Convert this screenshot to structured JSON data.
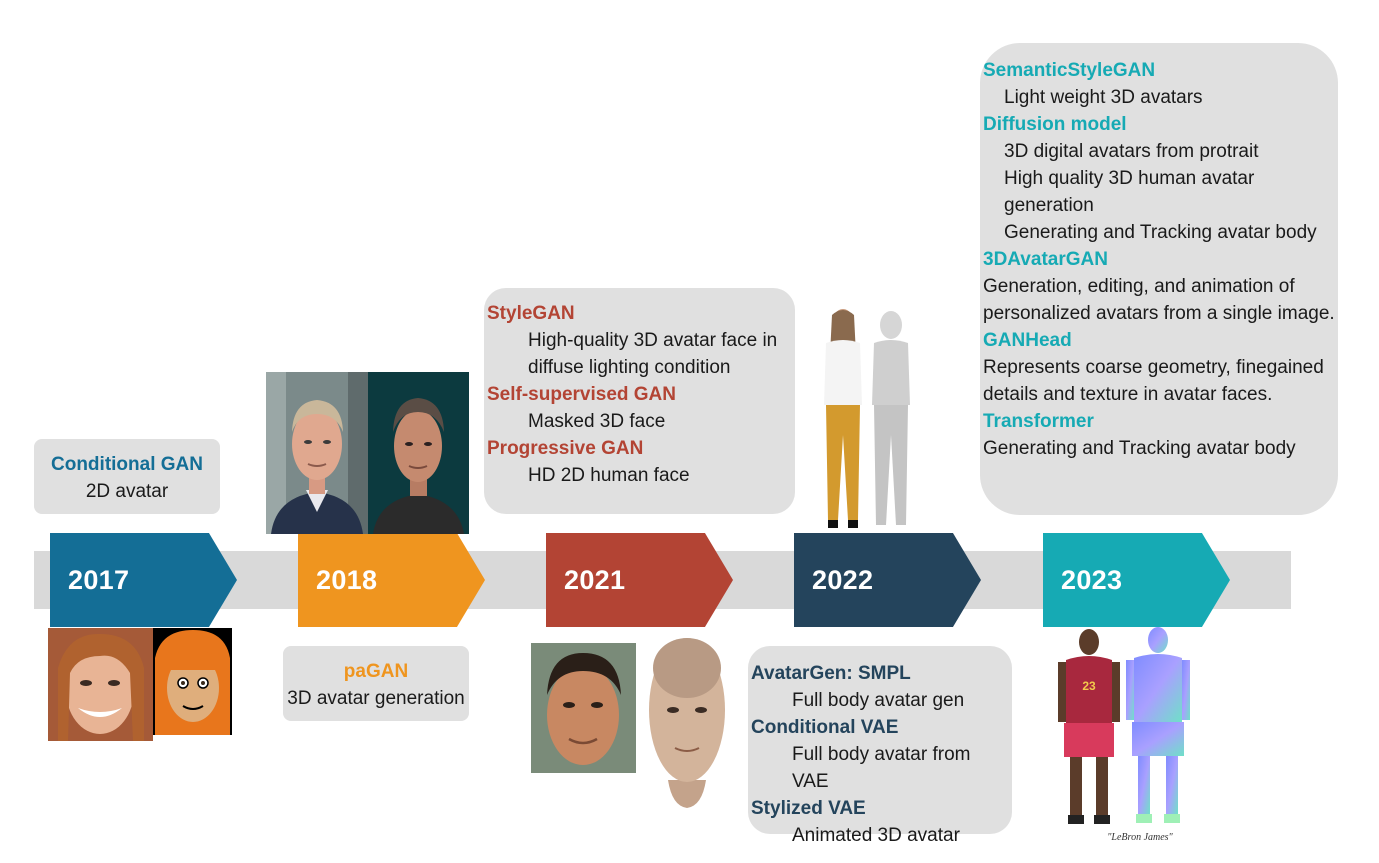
{
  "colors": {
    "y2017": "#146e96",
    "y2018": "#ef951f",
    "y2021": "#b34434",
    "y2022": "#24445c",
    "y2023": "#16aab4",
    "box": "#e0e0e0",
    "track": "#d9d9d9"
  },
  "timeline": {
    "years": [
      "2017",
      "2018",
      "2021",
      "2022",
      "2023"
    ]
  },
  "box2017": {
    "title": "Conditional GAN",
    "text": "2D avatar"
  },
  "box2018": {
    "title": "paGAN",
    "text": "3D avatar generation"
  },
  "box2021": {
    "items": [
      {
        "title": "StyleGAN",
        "lines": [
          "High-quality 3D avatar face in",
          "diffuse lighting condition"
        ]
      },
      {
        "title": "Self-supervised GAN",
        "lines": [
          "Masked 3D face"
        ]
      },
      {
        "title": "Progressive GAN",
        "lines": [
          "HD 2D human face"
        ]
      }
    ]
  },
  "box2022": {
    "items": [
      {
        "title": "AvatarGen: SMPL",
        "lines": [
          "Full body avatar gen"
        ]
      },
      {
        "title": "Conditional VAE",
        "lines": [
          "Full body avatar from VAE"
        ]
      },
      {
        "title": "Stylized VAE",
        "lines": [
          "Animated 3D avatar"
        ]
      }
    ]
  },
  "box2023": {
    "items": [
      {
        "title": "SemanticStyleGAN",
        "lines": [
          "Light weight 3D avatars"
        ]
      },
      {
        "title": "Diffusion model",
        "lines": [
          "3D digital avatars from protrait",
          "High quality 3D human avatar",
          "generation",
          "Generating and Tracking avatar body"
        ]
      },
      {
        "title": "3DAvatarGAN",
        "lines": [
          "Generation, editing, and animation of",
          "personalized avatars from a single image."
        ]
      },
      {
        "title": "GANHead",
        "lines": [
          "Represents coarse geometry, finegained",
          "details and texture in avatar faces."
        ]
      },
      {
        "title": "Transformer",
        "lines": [
          "Generating and Tracking avatar body"
        ]
      }
    ]
  },
  "images": {
    "caption_lebron": "\"LeBron James\""
  }
}
